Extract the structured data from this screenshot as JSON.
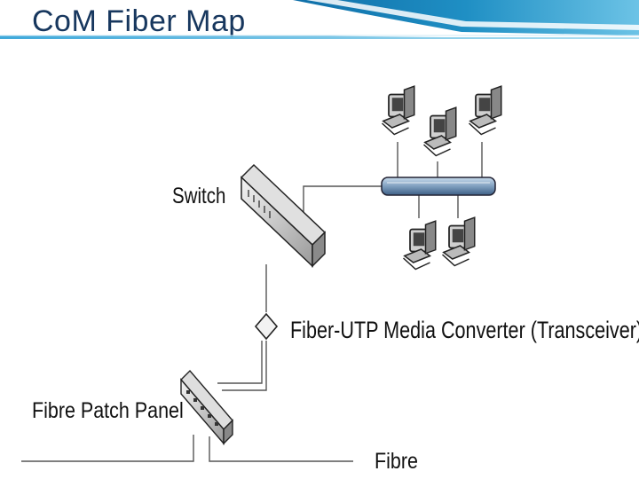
{
  "slide": {
    "title": "CoM Fiber Map"
  },
  "diagram": {
    "labels": {
      "switch": "Switch",
      "media_converter": "Fiber-UTP Media Converter (Transceiver)",
      "patch_panel": "Fibre Patch Panel",
      "fibre": "Fibre"
    },
    "workstations": [
      "top-left",
      "top-middle",
      "top-right",
      "bottom-left",
      "bottom-right"
    ]
  },
  "colors": {
    "title": "#17375e",
    "header_accent": "#1f8fc4",
    "hub_bar": "#7f9fbf",
    "lines": "#555555"
  }
}
